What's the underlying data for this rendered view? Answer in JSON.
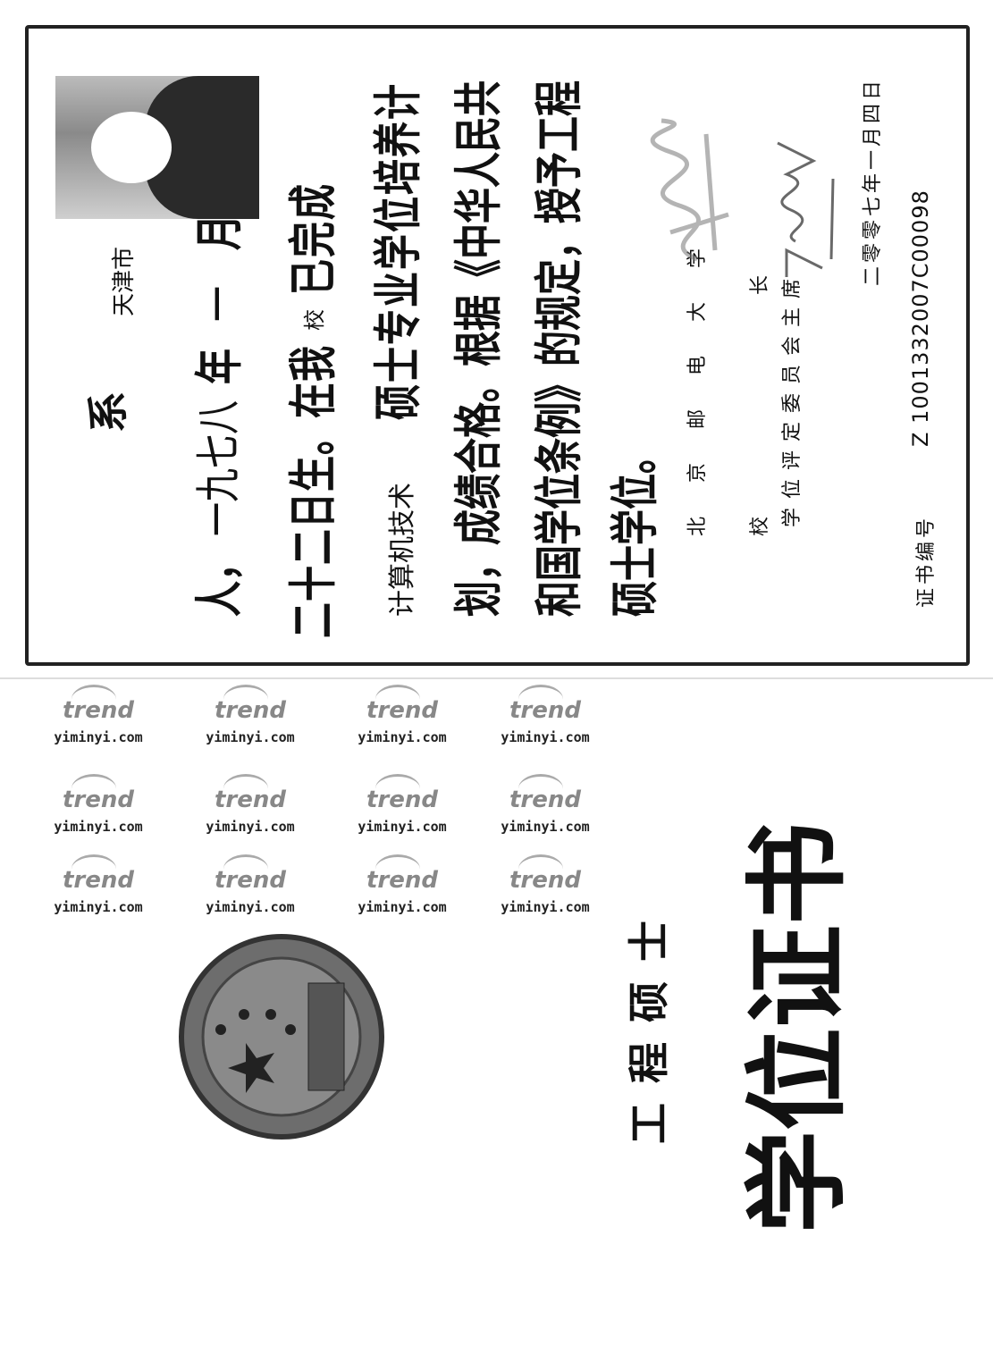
{
  "cover": {
    "title": [
      "学",
      "位",
      "证",
      "书"
    ],
    "degree": [
      "工",
      "程",
      "硕",
      "士"
    ]
  },
  "certificate": {
    "line1": {
      "dept": "系",
      "city": "天津市"
    },
    "line2": {
      "a": "人，",
      "year": "一九七八",
      "nian": "年",
      "month": "一",
      "yue": "月"
    },
    "line3": {
      "a": "二十二日生。在我",
      "school_fill": "校",
      "b": "已完成"
    },
    "line4": {
      "major": "计算机技术",
      "b": "硕士专业学位培养计"
    },
    "line5": "划，成绩合格。根据《中华人民共",
    "line6": "和国学位条例》的规定，授予工程",
    "line7": "硕士学位。",
    "university": "北京邮电大学",
    "president_label": [
      "校",
      "长"
    ],
    "committee_label": "学位评定委员会主席",
    "date": "二零零七年一月四日",
    "cert_no_label": "证书编号",
    "cert_no": "Z 1001332007C00098"
  },
  "watermark": {
    "logo": "trend",
    "url": "yiminyi.com"
  }
}
